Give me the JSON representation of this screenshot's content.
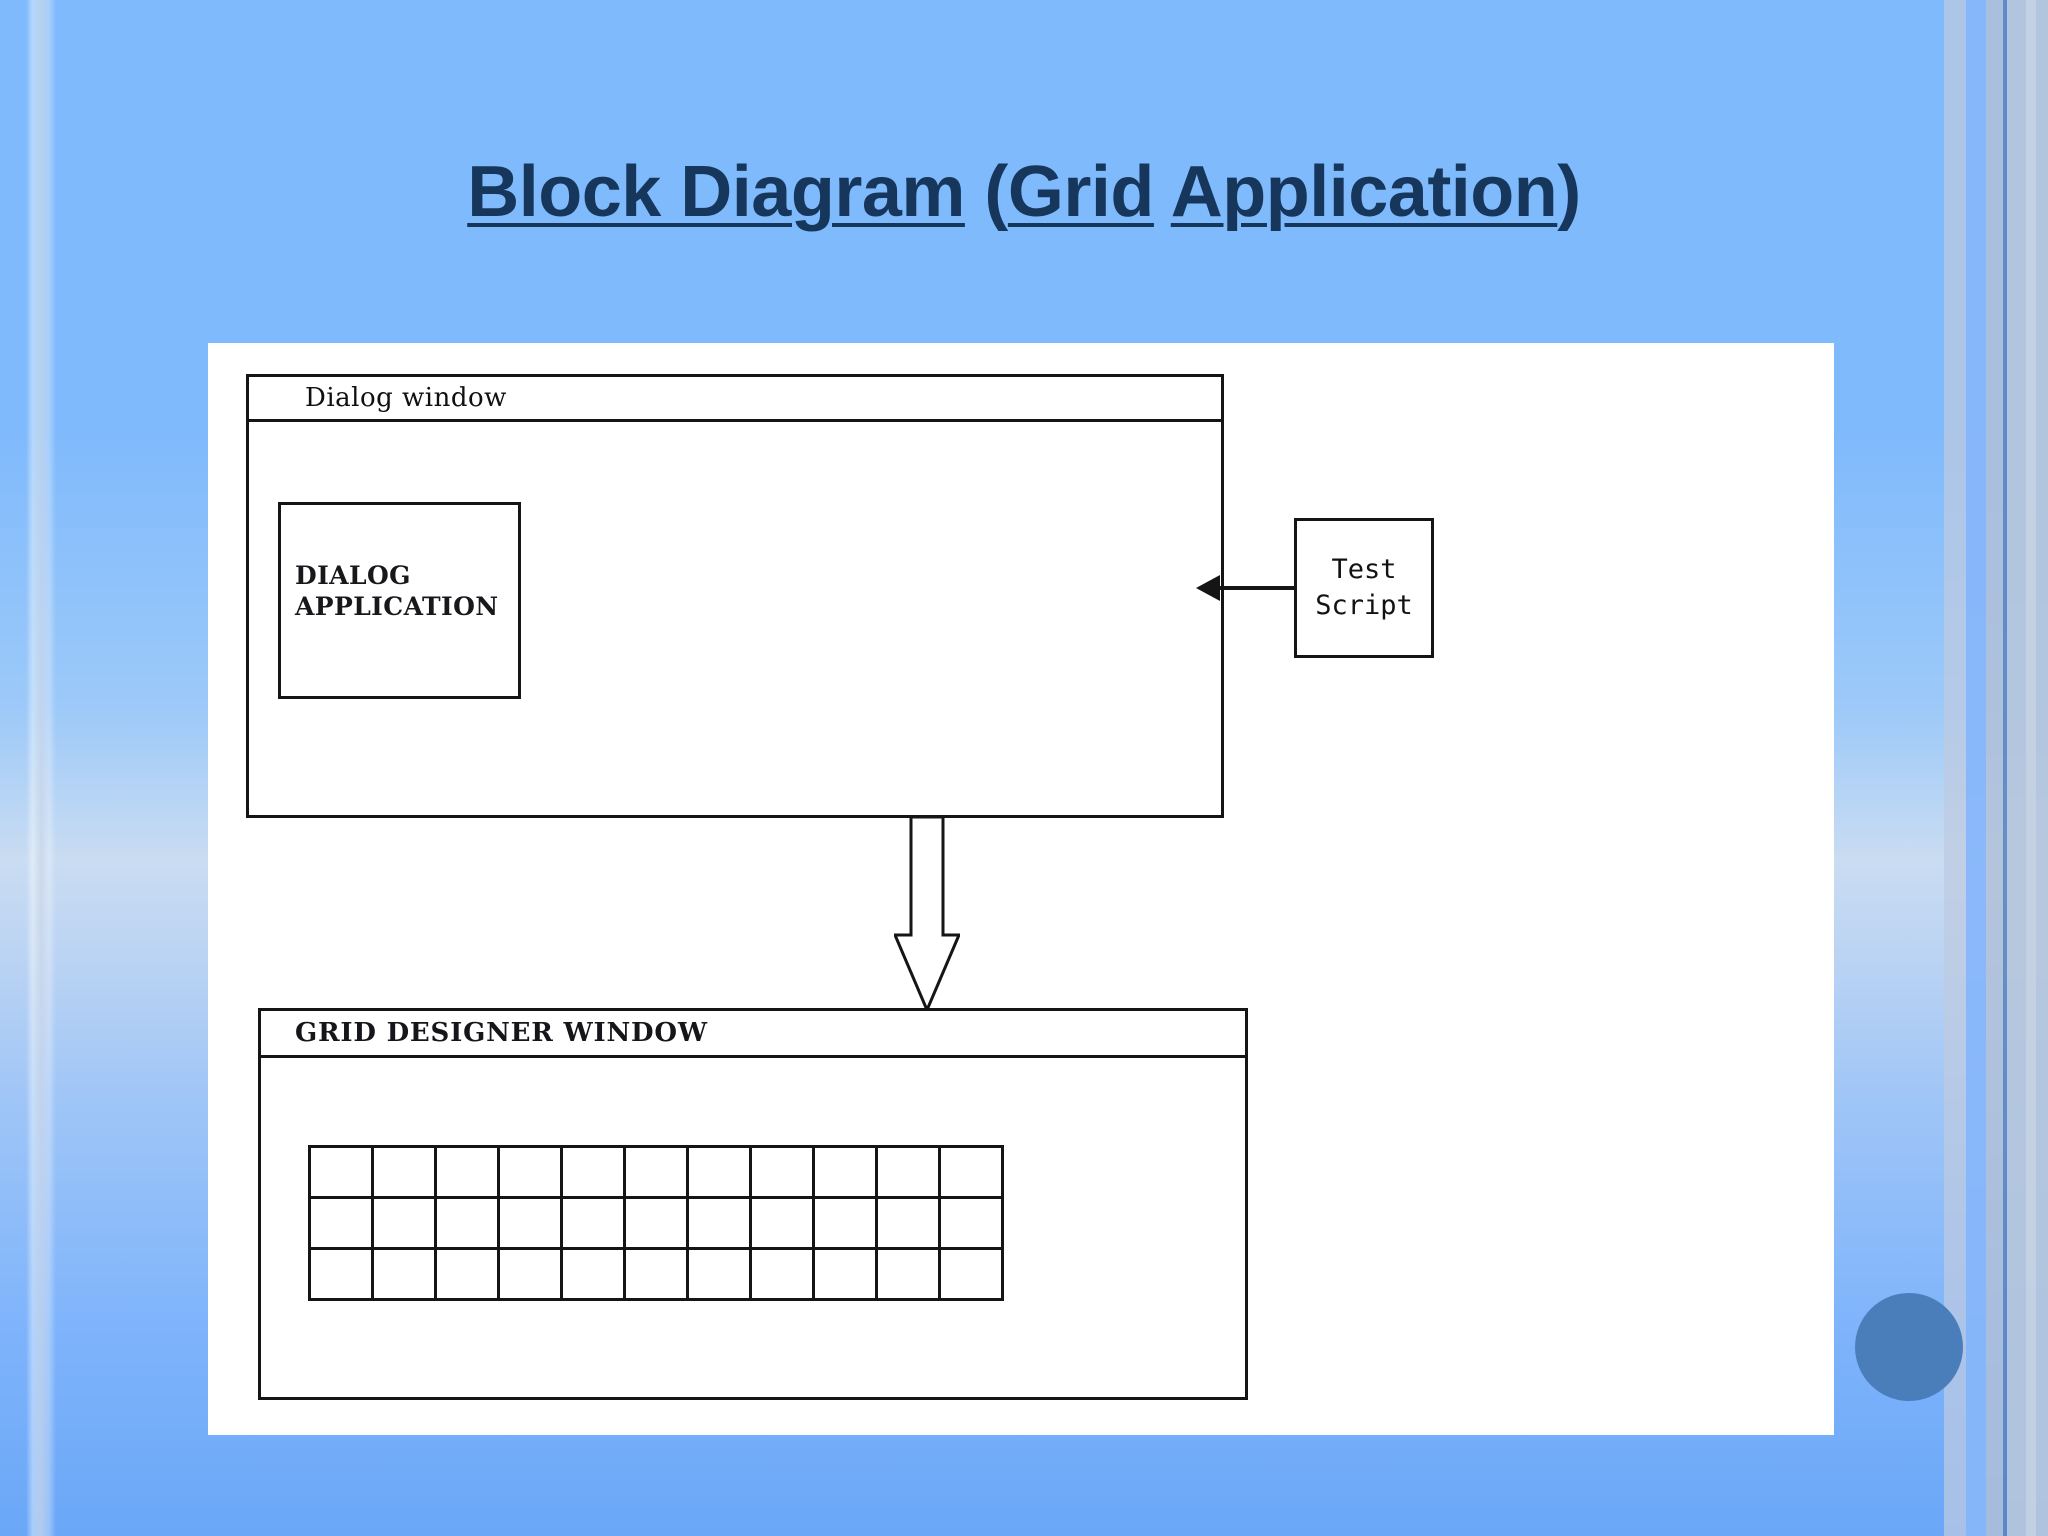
{
  "slide": {
    "title_parts": [
      {
        "text": "Block Diagram",
        "underlined": true
      },
      {
        "text": " (",
        "underlined": false
      },
      {
        "text": "Grid",
        "underlined": true
      },
      {
        "text": " ",
        "underlined": false
      },
      {
        "text": "Application",
        "underlined": true
      },
      {
        "text": ")",
        "underlined": false
      }
    ],
    "title_plain": "Block Diagram (Grid Application)",
    "title_color": "#16365C",
    "background_top_color": "#7FBAFC",
    "background_mid_color": "#C9DCF2",
    "background_bottom_color": "#6AA7F7",
    "accent_circle_color": "#4A7EBB"
  },
  "diagram": {
    "stroke_color": "#151515",
    "surface_color": "#FFFFFF",
    "dialog_window": {
      "title": "Dialog window",
      "inner_box": {
        "line1": "DIALOG",
        "line2": "APPLICATION"
      }
    },
    "test_script": {
      "line1": "Test",
      "line2": "Script"
    },
    "arrows": [
      {
        "name": "test-script-to-dialog-arrow",
        "direction": "left",
        "style": "thin-line"
      },
      {
        "name": "dialog-to-grid-arrow",
        "direction": "down",
        "style": "hollow-block"
      }
    ],
    "grid_window": {
      "title": "GRID DESIGNER WINDOW",
      "grid": {
        "rows": 3,
        "columns": 11,
        "cells": [
          [
            "",
            "",
            "",
            "",
            "",
            "",
            "",
            "",
            "",
            "",
            ""
          ],
          [
            "",
            "",
            "",
            "",
            "",
            "",
            "",
            "",
            "",
            "",
            ""
          ],
          [
            "",
            "",
            "",
            "",
            "",
            "",
            "",
            "",
            "",
            "",
            ""
          ]
        ]
      }
    }
  }
}
